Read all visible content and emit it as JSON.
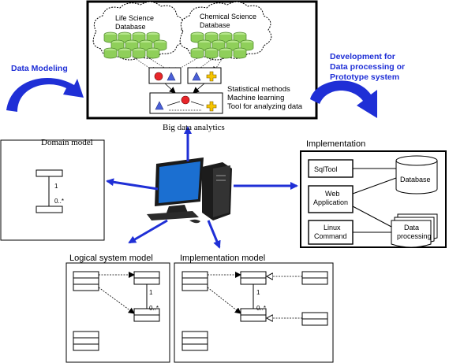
{
  "top_panel": {
    "life_science_db": "Life Science\nDatabase",
    "chemical_science_db": "Chemical Science\nDatabase",
    "methods": [
      "Statistical methods",
      "Machine learning",
      "Tool for analyzing data"
    ],
    "caption": "Big data analytics"
  },
  "side_labels": {
    "left": "Data Modeling",
    "right": "Development for\nData processing or\nPrototype system"
  },
  "domain_model": {
    "title": "Domain model",
    "mult_one": "1",
    "mult_many": "0..*"
  },
  "implementation": {
    "title": "Implementation",
    "sqltool": "SqlTool",
    "web_app": "Web\nApplication",
    "linux_cmd": "Linux\nCommand",
    "database": "Database",
    "data_processing": "Data\nprocessing"
  },
  "logical_model": {
    "title": "Logical system model",
    "mult_one": "1",
    "mult_many": "0..*"
  },
  "impl_model": {
    "title": "Implementation model",
    "mult_one": "1",
    "mult_many": "0..*"
  },
  "colors": {
    "arrow_blue": "#1f2fd6",
    "cloud_green": "#9fd86a",
    "red": "#e8262a",
    "blue_shape": "#4a5fd8",
    "yellow": "#f5c400",
    "monitor_blue": "#1b6fd1"
  }
}
